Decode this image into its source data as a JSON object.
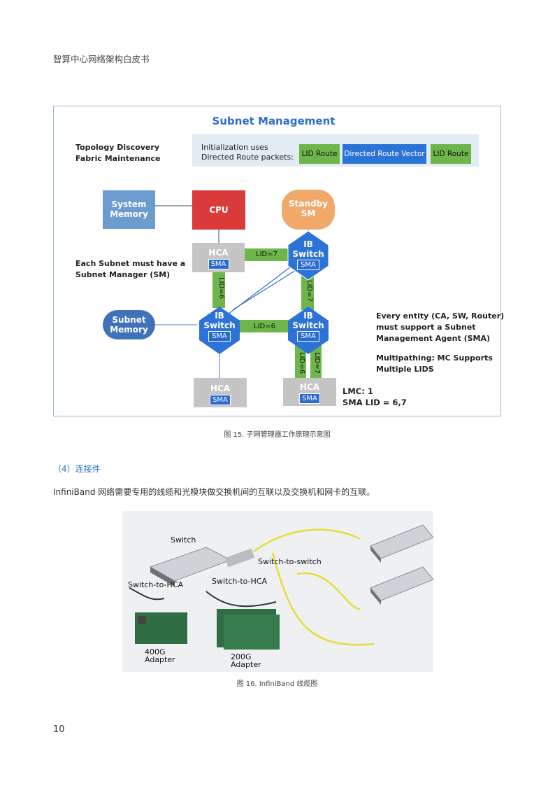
{
  "header": {
    "title": "智算中心网络架构白皮书"
  },
  "figure15": {
    "title": "Subnet Management",
    "topology_text": [
      "Topology Discovery",
      "Fabric Maintenance"
    ],
    "init_text": [
      "Initialization uses",
      "Directed Route packets:"
    ],
    "routes": [
      "LID Route",
      "Directed Route Vector",
      "LID Route"
    ],
    "nodes": {
      "system_memory": [
        "System",
        "Memory"
      ],
      "cpu": "CPU",
      "standby_sm": [
        "Standby",
        "SM"
      ],
      "hca_top": "HCA",
      "ib_switch": [
        "IB",
        "Switch"
      ],
      "subnet_memory": [
        "Subnet",
        "Memory"
      ],
      "hca_bottom": "HCA",
      "sma": "SMA"
    },
    "links": {
      "hca_to_switch": "LID=7",
      "left_vertical": "LID=6",
      "right_vertical": "LID=7",
      "middle_horizontal": "LID=6",
      "bottom_left": "LID=6",
      "bottom_right": "LID=7"
    },
    "left_note": [
      "Each Subnet must have a",
      "Subnet Manager (SM)"
    ],
    "right_note": [
      "Every entity (CA, SW, Router)",
      "must support a Subnet",
      "Management Agent (SMA)"
    ],
    "multipath_note": [
      "Multipathing: MC Supports",
      "Multiple LIDS"
    ],
    "lmc_note": [
      "LMC: 1",
      "SMA LID = 6,7"
    ],
    "caption": "图 15. 子网管理器工作原理示意图"
  },
  "section": {
    "heading": "（4）连接件",
    "paragraph": "InfiniBand 网络需要专用的线缆和光模块做交换机间的互联以及交换机和网卡的互联。"
  },
  "figure16": {
    "labels": {
      "switch": "Switch",
      "switch_to_switch": "Switch-to-switch",
      "switch_to_hca_left": "Switch-to-HCA",
      "switch_to_hca_mid": "Switch-to-HCA",
      "adapter_400g": [
        "400G",
        "Adapter"
      ],
      "adapter_200g": [
        "200G",
        "Adapter"
      ]
    },
    "caption": "图 16. InfiniBand 线缆图"
  },
  "page_number": "10"
}
